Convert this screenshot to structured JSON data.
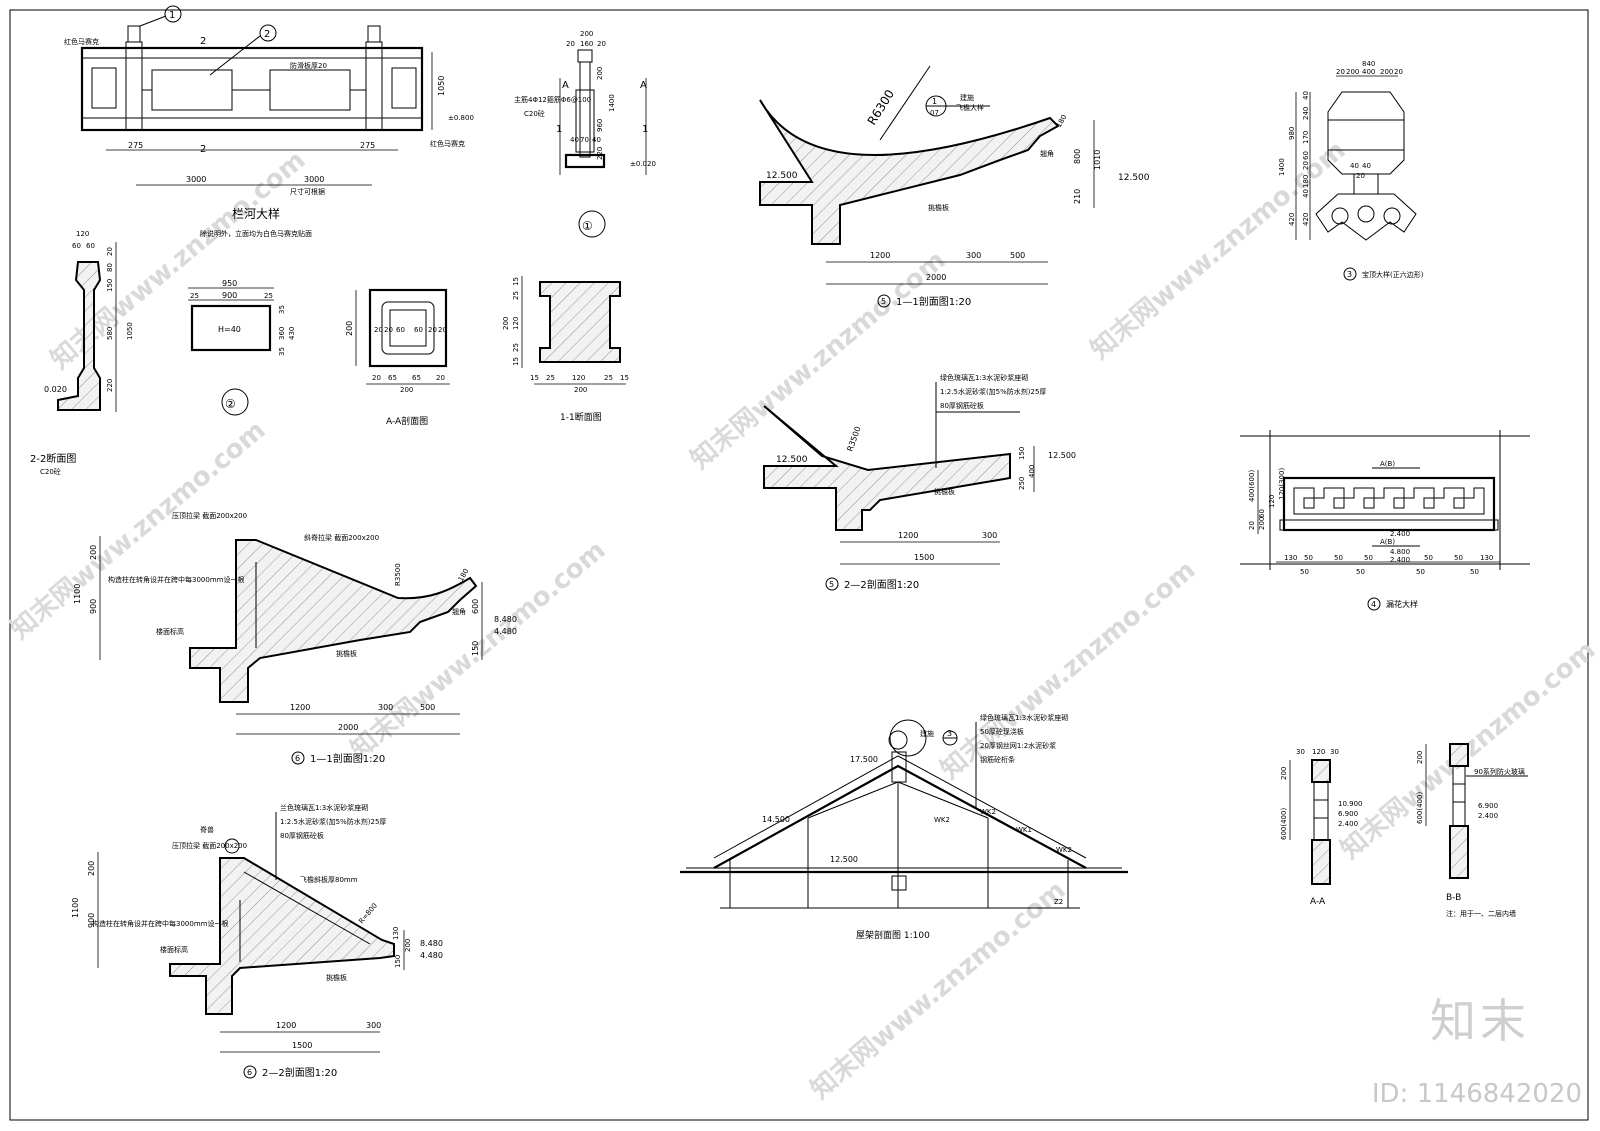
{
  "watermark": {
    "text": "知末网www.znzmo.com",
    "brand": "知末",
    "id": "ID: 1146842020"
  },
  "railing": {
    "title": "栏河大样",
    "note": "除说明外，立面均为白色马赛克贴面",
    "label_left": "红色马赛克",
    "label_right": "红色马赛克",
    "label_mid": "防滑板厚20",
    "dims_bottom": [
      "275",
      "3000",
      "3000",
      "275"
    ],
    "caption_bottom": "尺寸可根据",
    "dim_height": "1050",
    "level": "±0.800",
    "sec_mark": "2",
    "callout_1": "1",
    "callout_2": "2"
  },
  "detail1": {
    "label": "①",
    "dims_top": [
      "200",
      "20",
      "160",
      "20"
    ],
    "dims_right": [
      "200",
      "1400",
      "960",
      "220"
    ],
    "dims_bottom": [
      "40",
      "70",
      "40"
    ],
    "note1": "主筋4Φ12箍筋Φ6@100",
    "note2": "C20砼",
    "mark_a": "A",
    "mark_1": "1",
    "level": "±0.020"
  },
  "section22": {
    "title": "2-2断面图",
    "note": "C20砼",
    "dims_top": [
      "120",
      "60",
      "60"
    ],
    "dims_right": [
      "20",
      "80",
      "150",
      "580",
      "1050",
      "220"
    ],
    "level": "0.020"
  },
  "detail2": {
    "label": "②",
    "dims": [
      "950",
      "25",
      "900",
      "25"
    ],
    "text_h": "H=40",
    "dims_right": [
      "35",
      "360",
      "430",
      "35"
    ]
  },
  "sectionAA": {
    "title": "A-A剖面图",
    "dims": [
      "20",
      "20",
      "60",
      "60",
      "20",
      "20"
    ],
    "dims_bottom": [
      "20",
      "65",
      "65",
      "20",
      "200"
    ],
    "dim_left": "200"
  },
  "section11_small": {
    "title": "1-1断面图",
    "dims_left": [
      "15",
      "25",
      "120",
      "25",
      "15",
      "200"
    ],
    "dims_bottom": [
      "15",
      "25",
      "120",
      "25",
      "15",
      "200"
    ]
  },
  "s5_11": {
    "title": "1—1剖面图1:20",
    "num": "5",
    "radius": "R6300",
    "callout": "1",
    "callout_sub": "07",
    "note1": "建施",
    "note2": "飞檐大样",
    "level_l": "12.500",
    "level_r": "12.500",
    "dims_bottom": [
      "1200",
      "300",
      "500",
      "2000"
    ],
    "dims_right": [
      "800",
      "1010",
      "210"
    ],
    "dim_tip": "180",
    "label_eave": "翘角",
    "label_board": "挑檐板"
  },
  "s5_22": {
    "title": "2—2剖面图1:20",
    "num": "5",
    "radius": "R3500",
    "notes": [
      "绿色琉璃瓦1:3水泥砂浆座砌",
      "1:2.5水泥砂浆(加5%防水剂)25厚",
      "80厚钢筋砼板"
    ],
    "level_l": "12.500",
    "level_r": "12.500",
    "dims_bottom": [
      "1200",
      "300",
      "1500"
    ],
    "dims_right": [
      "250",
      "150",
      "400"
    ],
    "label_board": "挑檐板"
  },
  "s3": {
    "title": "宝顶大样(正六边形)",
    "num": "3",
    "dims_top": [
      "840",
      "20",
      "200",
      "400",
      "200",
      "20"
    ],
    "dims_left": [
      "40",
      "240",
      "170",
      "980",
      "60",
      "20",
      "180",
      "40",
      "1400",
      "420",
      "420"
    ],
    "dims_mid": [
      "40",
      "40",
      "20"
    ]
  },
  "s4": {
    "title": "漏花大样",
    "num": "4",
    "marks": [
      "A(B)",
      "A(B)"
    ],
    "dims_left": [
      "400(600)",
      "200",
      "120",
      "120(300)",
      "60",
      "20"
    ],
    "dims_bottom_a": [
      "130",
      "50",
      "50",
      "50",
      "50",
      "50",
      "130"
    ],
    "dims_bottom_b": [
      "50",
      "50",
      "50",
      "50"
    ],
    "mid_small": [
      "2.400",
      "4.800",
      "2.400"
    ]
  },
  "s6_11": {
    "title": "1—1剖面图1:20",
    "num": "6",
    "radius": "R3500",
    "note_beam": "压顶拉梁 截面200x200",
    "note_slope": "斜脊拉梁 截面200x200",
    "note_long": "构造柱在转角设并在跨中每3000mm设一根",
    "label_floor": "楼面标高",
    "label_board": "挑檐板",
    "label_eave": "翘角",
    "levels": [
      "8.480",
      "4.480"
    ],
    "dims_left": [
      "200",
      "1100",
      "900"
    ],
    "dims_right": [
      "600",
      "150"
    ],
    "dim_tip": "180",
    "dims_bottom": [
      "1200",
      "300",
      "500",
      "2000"
    ]
  },
  "s6_22": {
    "title": "2—2剖面图1:20",
    "num": "6",
    "notes": [
      "兰色琉璃瓦1:3水泥砂浆座砌",
      "1:2.5水泥砂浆(加5%防水剂)25厚",
      "80厚钢筋砼板"
    ],
    "note_beam": "压顶拉梁 截面200x200",
    "note_slope": "飞檐斜板厚80mm",
    "note_long": "构造柱在转角设并在跨中每3000mm设一根",
    "note_ridge": "脊兽",
    "radius": "R=800",
    "label_floor": "楼面标高",
    "label_board": "挑檐板",
    "levels": [
      "8.480",
      "4.480"
    ],
    "dims_left": [
      "200",
      "1100",
      "900"
    ],
    "dims_right": [
      "150",
      "200",
      "130"
    ],
    "dims_bottom": [
      "1200",
      "300",
      "1500"
    ]
  },
  "roof": {
    "title": "屋架剖面图 1:100",
    "notes": [
      "绿色琉璃瓦1:3水泥砂浆座砌",
      "50厚砼现浇板",
      "20厚钢丝网1:2水泥砂浆",
      "钢筋砼桁条"
    ],
    "callout": "3",
    "callout_note": "建施",
    "levels": [
      "17.500",
      "14.500",
      "12.500"
    ],
    "labels": [
      "WK2",
      "WK1",
      "WK2",
      "WK2",
      "Z2"
    ]
  },
  "sAA": {
    "title": "A-A",
    "dims_top": [
      "30",
      "120",
      "30"
    ],
    "dims_left": [
      "200",
      "600(400)"
    ],
    "levels": [
      "10.900",
      "6.900",
      "2.400"
    ]
  },
  "sBB": {
    "title": "B-B",
    "dims_left": [
      "200",
      "600(400)"
    ],
    "note": "90系列防火玻璃",
    "levels": [
      "6.900",
      "2.400"
    ],
    "footnote": "注：用于一、二层内墙"
  }
}
